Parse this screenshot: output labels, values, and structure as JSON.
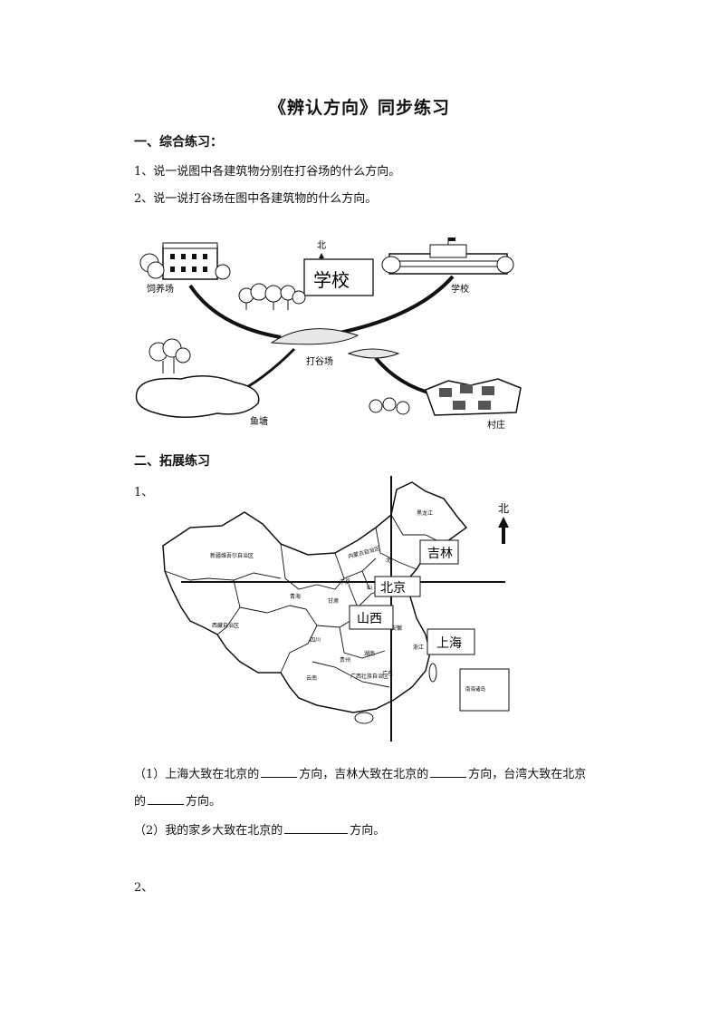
{
  "title": "《辨认方向》同步练习",
  "section1": {
    "heading": "一、综合练习：",
    "q1": "1、说一说图中各建筑物分别在打谷场的什么方向。",
    "q2": "2、说一说打谷场在图中各建筑物的什么方向。"
  },
  "diagram1": {
    "north_mark": "北",
    "school_box": "学校",
    "labels": {
      "farm": "饲养场",
      "school": "学校",
      "threshing": "打谷场",
      "pond": "鱼塘",
      "village": "村庄"
    }
  },
  "section2": {
    "heading": "二、拓展练习",
    "q1_num": "1、",
    "q2_num": "2、"
  },
  "map": {
    "north": "北",
    "boxes": {
      "jilin": "吉林",
      "beijing": "北京",
      "shanxi": "山西",
      "shanghai": "上海"
    },
    "regions": {
      "xinjiang": "新疆维吾尔自治区",
      "xizang": "西藏自治区",
      "qinghai": "青海",
      "gansu": "甘肃",
      "neimenggu": "内蒙古自治区",
      "heilongjiang": "黑龙江",
      "sichuan": "四川",
      "yunnan": "云南",
      "guizhou": "贵州",
      "hunan": "湖南",
      "guangxi": "广西壮族自治区",
      "guangdong": "广东",
      "anhui": "安徽",
      "zhejiang": "浙江",
      "ningxia": "宁夏",
      "shaanxi": "陕西",
      "shan": "山",
      "bei": "北",
      "hainan_zhudao": "南海诸岛"
    }
  },
  "questions": {
    "line1_a": "（1）上海大致在北京的",
    "line1_b": "方向，吉林大致在北京的",
    "line1_c": "方向，台湾大致在北京",
    "line1_d": "的",
    "line1_e": "方向。",
    "line2_a": "（2）我的家乡大致在北京的",
    "line2_b": "方向。"
  }
}
